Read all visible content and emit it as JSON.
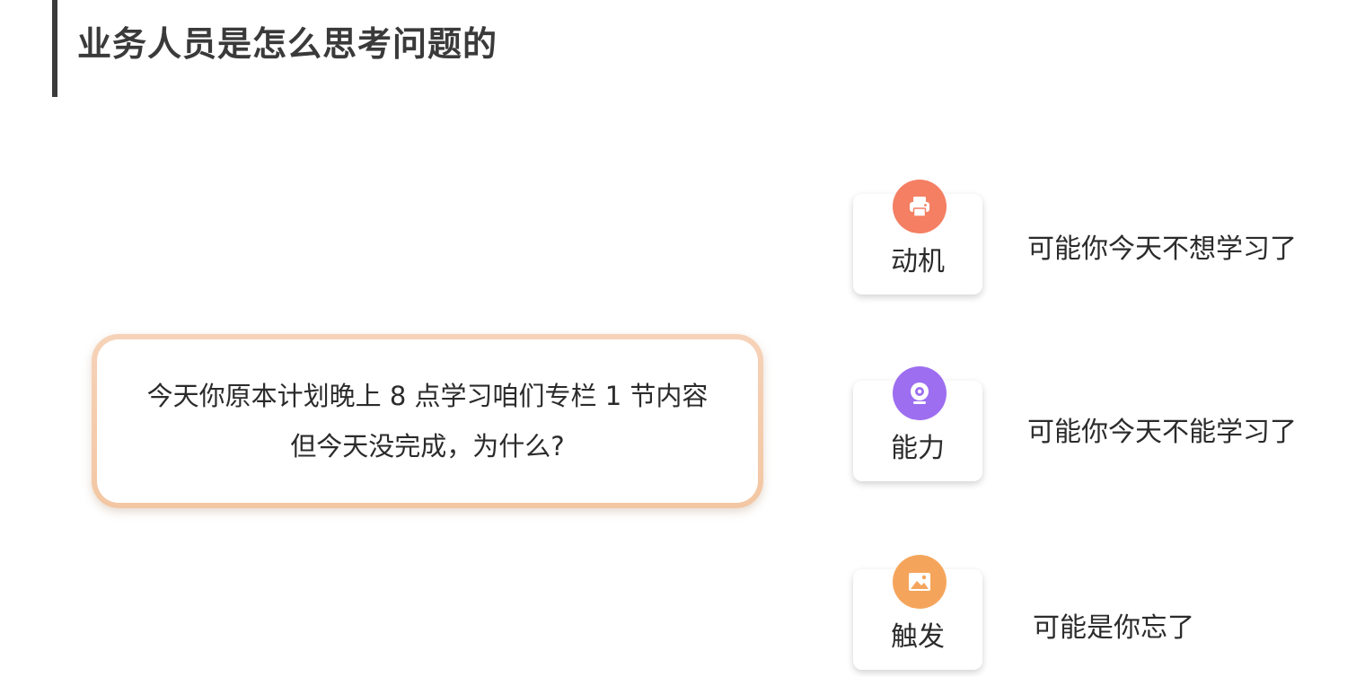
{
  "page": {
    "title": "业务人员是怎么思考问题的"
  },
  "question": {
    "line1": "今天你原本计划晚上 8 点学习咱们专栏 1 节内容",
    "line2": "但今天没完成，为什么?"
  },
  "factors": [
    {
      "label": "动机",
      "icon": "printer-icon",
      "icon_color": "#f47f63",
      "explanation": "可能你今天不想学习了"
    },
    {
      "label": "能力",
      "icon": "webcam-icon",
      "icon_color": "#9d6ef0",
      "explanation": "可能你今天不能学习了"
    },
    {
      "label": "触发",
      "icon": "image-icon",
      "icon_color": "#f5a55b",
      "explanation": "可能是你忘了"
    }
  ],
  "colors": {
    "card_border": "#f3c7a3",
    "title_bar": "#3b3b3b"
  }
}
